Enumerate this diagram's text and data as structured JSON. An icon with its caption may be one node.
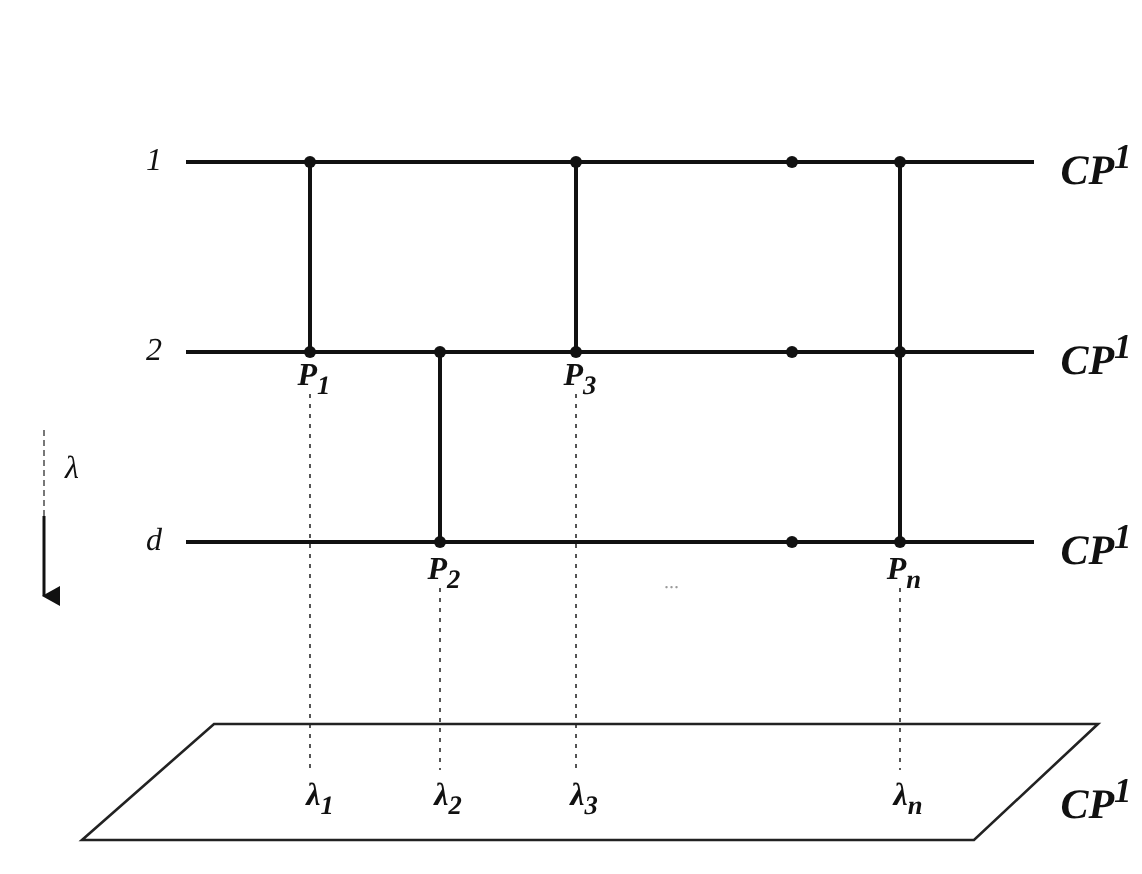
{
  "diagram": {
    "labels": [
      "1",
      "CP$^{1}$",
      "2",
      "P$_{1}$",
      "P$_{3}$",
      "CP$^{1}$",
      "λ",
      "d",
      "CP$^{1}$",
      "P$_{2}$",
      "...",
      "P$_{n}$",
      "λ$_{1}$",
      "λ$_{2}$",
      "λ$_{3}$",
      "λ$_{n}$",
      "CP$^{1}$"
    ]
  }
}
